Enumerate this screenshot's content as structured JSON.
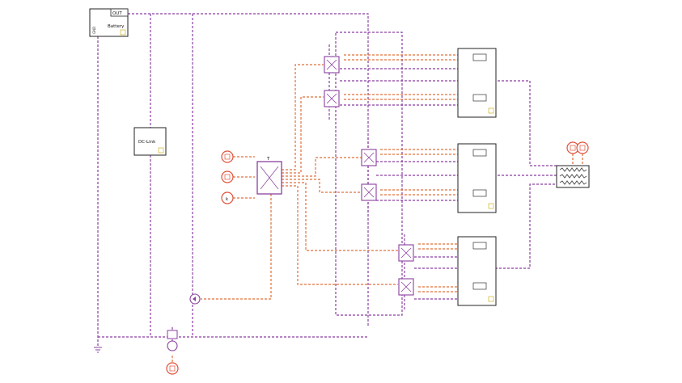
{
  "components": {
    "battery": {
      "label": "Battery",
      "port_out": "OUT",
      "port_gnd": "GND"
    },
    "dclink": {
      "label": "DC-Link"
    },
    "sources": [
      {
        "name": "source-1",
        "symbol": ""
      },
      {
        "name": "source-2",
        "symbol": ""
      },
      {
        "name": "source-k",
        "symbol": "k"
      }
    ],
    "controller_symbol": "T"
  },
  "colors": {
    "power_wire": "#8a3fa0",
    "signal_wire": "#e0703a",
    "source_outline": "#e0503a"
  }
}
